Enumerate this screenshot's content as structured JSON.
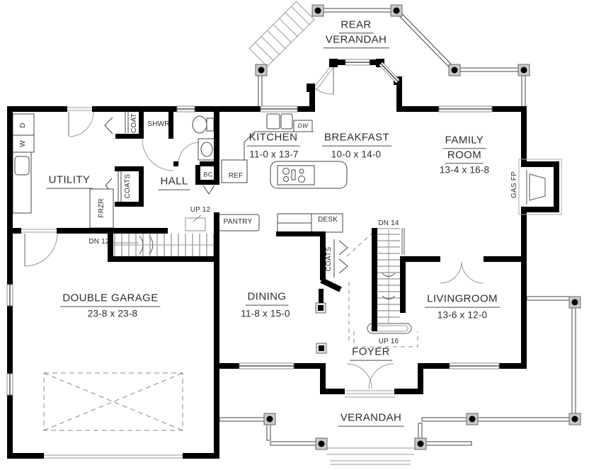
{
  "plan": {
    "rooms": {
      "rear_verandah": {
        "line1": "REAR",
        "line2": "VERANDAH"
      },
      "kitchen": {
        "name": "KITCHEN",
        "dims": "11-0 x 13-7"
      },
      "breakfast": {
        "name": "BREAKFAST",
        "dims": "10-0 x 14-0"
      },
      "family_room": {
        "line1": "FAMILY",
        "line2": "ROOM",
        "dims": "13-4 x 16-8"
      },
      "utility": {
        "name": "UTILITY"
      },
      "hall": {
        "name": "HALL"
      },
      "double_garage": {
        "name": "DOUBLE GARAGE",
        "dims": "23-8 x 23-8"
      },
      "dining": {
        "name": "DINING",
        "dims": "11-8 x 15-0"
      },
      "livingroom": {
        "name": "LIVINGROOM",
        "dims": "13-6 x 12-0"
      },
      "foyer": {
        "name": "FOYER"
      },
      "verandah": {
        "name": "VERANDAH"
      }
    },
    "fixtures": {
      "shwr": "SHWR",
      "coat": "COAT",
      "coats_hall": "COATS",
      "coats_foyer": "COATS",
      "frzr": "FRZR",
      "bc": "BC",
      "ref": "REF",
      "dw": "DW",
      "dryer": "D",
      "washer": "W",
      "gas_fp": "GAS FP",
      "pantry": "PANTRY",
      "desk": "DESK"
    },
    "stairs": {
      "up12": "UP 12",
      "dn12": "DN 12",
      "dn14": "DN 14",
      "up16": "UP 16"
    },
    "colors": {
      "wall": "#000000",
      "thin": "#555555",
      "light": "#9a9a9a"
    }
  }
}
